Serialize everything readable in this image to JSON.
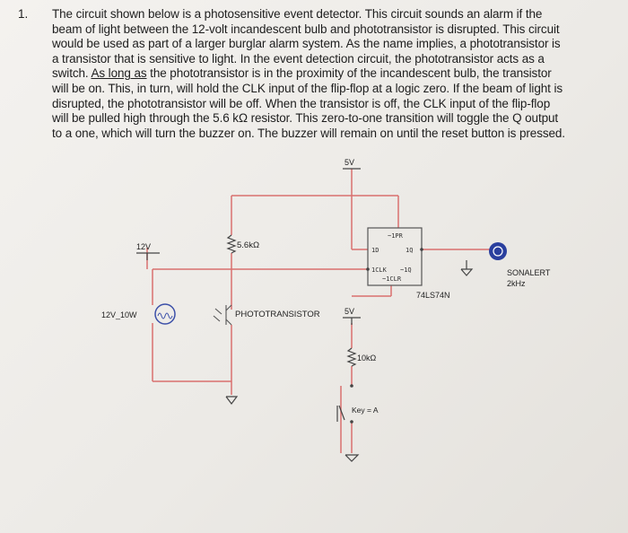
{
  "problem": {
    "number": "1.",
    "lines": [
      "The circuit shown below is a photosensitive event detector. This circuit sounds an alarm if the",
      "beam of light between the 12-volt incandescent bulb and phototransistor is disrupted. This circuit",
      "would be used as part of a larger burglar alarm system. As the name implies, a phototransistor is",
      "a transistor that is sensitive to light. In the event detection circuit, the phototransistor acts as a",
      "switch.",
      "As long as",
      "the phototransistor is in the proximity of the incandescent bulb, the transistor",
      "will be on. This, in turn, will hold the CLK input of the flip-flop at a logic zero. If the beam of light is",
      "disrupted, the phototransistor will be off. When the transistor is off, the CLK input of the flip-flop",
      "will be pulled high through the 5.6 kΩ resistor. This zero-to-one transition will toggle the Q output",
      "to a one, which will turn the buzzer on. The buzzer will remain on until the reset button is pressed."
    ]
  },
  "circuit": {
    "vcc_top": "5V",
    "vcc_12": "12V",
    "resistor_pullup": "5.6kΩ",
    "lamp_label": "12V_10W",
    "phototransistor": "PHOTOTRANSISTOR",
    "vcc_reset": "5V",
    "resistor_reset": "10kΩ",
    "key": "Key = A",
    "ff_pr": "~1PR",
    "ff_d": "1D",
    "ff_q": "1Q",
    "ff_clk": "1CLK",
    "ff_qbar": "~1Q",
    "ff_clr": "~1CLR",
    "ff_part": "74LS74N",
    "buzzer_name": "SONALERT",
    "buzzer_freq": "2kHz"
  },
  "colors": {
    "wire_red": "#d9706f",
    "wire_black": "#444444",
    "buzzer_blue": "#2a3f9e"
  }
}
